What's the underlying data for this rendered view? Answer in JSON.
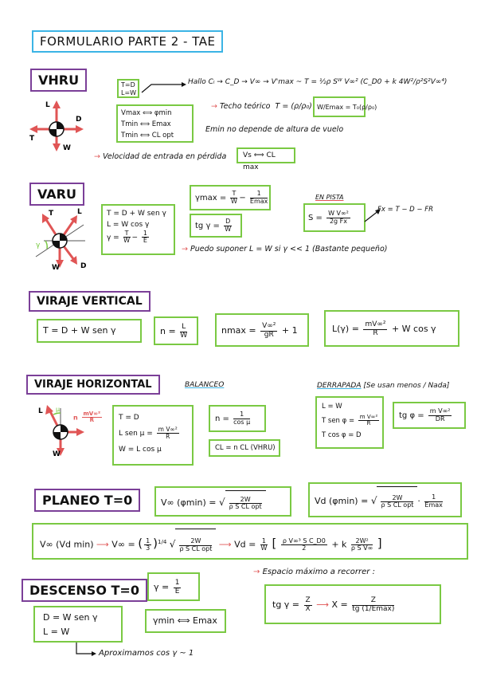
{
  "header": {
    "title": "FORMULARIO PARTE 2 - TAE"
  },
  "vhru": {
    "title": "VHRU",
    "box_eq1": "T=D",
    "box_eq2": "L=W",
    "chain": "Hallo Cₗ → C_D → V∞ → V'max ~ T = ½ρ Sᵂ V∞² (C_D0 + k 4W²/ρ²S²V∞⁴)",
    "rel1": "Vmax ⟺ φmin",
    "rel2": "Tmin ⟺ Emax",
    "rel3": "Tmin ⟺ CL opt",
    "techo_note": "Techo teórico",
    "techo_eq": "T = (ρ/ρ₀)",
    "techo_box": "W/Emax = T₀(ρ/ρ₀)",
    "emin_note": "Emin no depende de altura de vuelo",
    "stall_note": "Velocidad de entrada en pérdida",
    "stall_box": "Vs ⟺ CL max"
  },
  "varu": {
    "title": "VARU",
    "eq1": "T = D + W sen γ",
    "eq2": "L = W cos γ",
    "eq3_lhs": "γ =",
    "eq3_a_num": "T",
    "eq3_a_den": "W",
    "eq3_b_num": "1",
    "eq3_b_den": "E",
    "gmax_lhs": "γmax =",
    "gmax_a_num": "T",
    "gmax_a_den": "W",
    "gmax_b_num": "1",
    "gmax_b_den": "Emax",
    "tg_lhs": "tg γ =",
    "tg_num": "D",
    "tg_den": "W",
    "pista_label": "EN PISTA",
    "s_lhs": "S =",
    "s_num": "W V∞²",
    "s_den": "2g Fx",
    "fx_eq": "Fx = T − D − FR",
    "assume_note": "Puedo suponer  L = W  si  γ << 1  (Bastante pequeño)"
  },
  "vv": {
    "title": "VIRAJE VERTICAL",
    "eq1": "T = D + W sen γ",
    "n_lhs": "n =",
    "n_num": "L",
    "n_den": "W",
    "nmax_lhs": "nmax =",
    "nmax_num": "V∞²",
    "nmax_den": "gR",
    "nmax_rhs": "+ 1",
    "lg_lhs": "L(γ) =",
    "lg_num": "mV∞²",
    "lg_den": "R",
    "lg_rhs": "+ W cos γ"
  },
  "vh": {
    "title": "VIRAJE HORIZONTAL",
    "balanceo": "BALANCEO",
    "derrapada": "DERRAPADA",
    "derrapada_note": "[Se usan menos / Nada]",
    "eq1": "T = D",
    "eq2_lhs": "L sen μ =",
    "eq2_num": "m V∞²",
    "eq2_den": "R",
    "eq3": "W = L cos μ",
    "n_lhs": "n =",
    "n_num": "1",
    "n_den": "cos μ",
    "cl_eq": "CL = n CL (VHRU)",
    "d1": "L = W",
    "d2_lhs": "T sen φ =",
    "d2_num": "m V∞²",
    "d2_den": "R",
    "d3": "T cos φ = D",
    "tg_lhs": "tg φ =",
    "tg_num": "m V∞²",
    "tg_den": "DR",
    "arrow_label_num": "mV∞²",
    "arrow_label_den": "R"
  },
  "planeo": {
    "title": "PLANEO  T=0",
    "v1_lhs": "V∞ (φmin) =",
    "v1_num": "2W",
    "v1_den": "ρ S CL opt",
    "v2_lhs": "Vd (φmin) =",
    "v2_num": "2W",
    "v2_den": "ρ S CL opt",
    "v2_f_num": "1",
    "v2_f_den": "Emax",
    "row_lhs": "V∞ (Vd min)",
    "row_mid_lhs": "V∞ =",
    "row_third_num": "1",
    "row_third_den": "3",
    "row_exp": "1/4",
    "row_sq_num": "2W",
    "row_sq_den": "ρ S CL opt",
    "row_vd_lhs": "Vd =",
    "row_vd_num": "1",
    "row_vd_den": "W",
    "row_a_num": "ρ V∞³ S C_D0",
    "row_a_den": "2",
    "row_b_pre": "+ k",
    "row_b_num": "2W²",
    "row_b_den": "ρ S V∞"
  },
  "descenso": {
    "title": "DESCENSO  T=0",
    "g_lhs": "γ =",
    "g_num": "1",
    "g_den": "E",
    "espacio_note": "Espacio máximo a recorrer :",
    "eq1": "D = W sen γ",
    "eq2": "L = W",
    "gmin": "γmin ⟺ Emax",
    "tg_lhs": "tg γ =",
    "tg_num": "Z",
    "tg_den": "X",
    "x_lhs": "X =",
    "x_num": "Z",
    "x_den": "tg (1/Emax)",
    "aprox_note": "Aproximamos  cos γ ~ 1"
  },
  "colors": {
    "green": "#7ac943",
    "purple": "#7b3f98",
    "blue": "#3bb4e5",
    "red": "#e05555"
  }
}
